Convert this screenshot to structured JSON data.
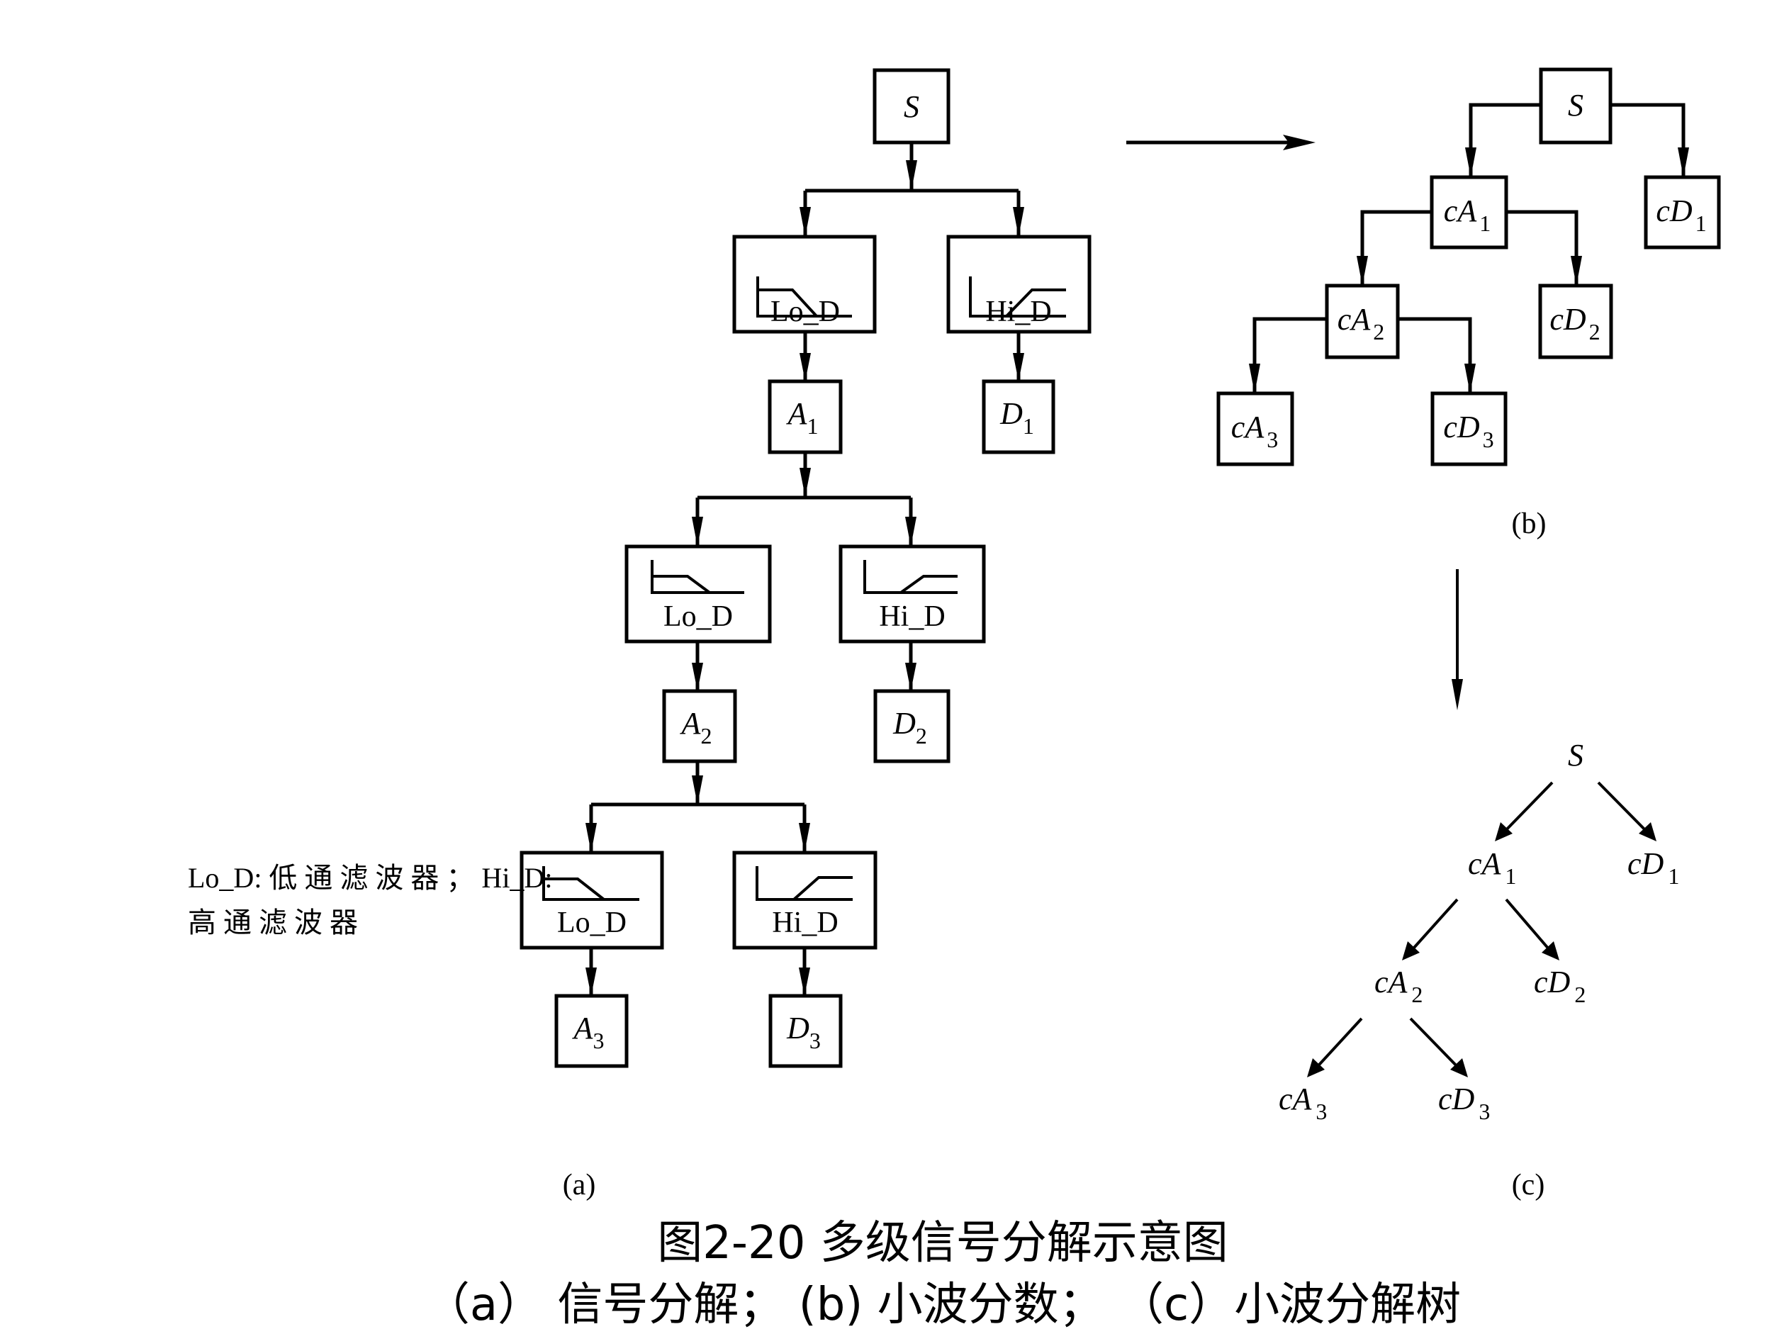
{
  "figure": {
    "title": "图2-20 多级信号分解示意图",
    "subtitle": "（a） 信号分解； (b) 小波分数； （c）小波分解树"
  },
  "legend": {
    "line1": "Lo_D: 低 通 滤 波 器 ； Hi_D:",
    "line2": "高 通 滤 波 器"
  },
  "panel_a": {
    "label": "(a)",
    "source": {
      "sym": "S",
      "sub": ""
    },
    "levels": [
      {
        "lo_filter": "Lo_D",
        "hi_filter": "Hi_D",
        "approx": {
          "sym": "A",
          "sub": "1"
        },
        "detail": {
          "sym": "D",
          "sub": "1"
        }
      },
      {
        "lo_filter": "Lo_D",
        "hi_filter": "Hi_D",
        "approx": {
          "sym": "A",
          "sub": "2"
        },
        "detail": {
          "sym": "D",
          "sub": "2"
        }
      },
      {
        "lo_filter": "Lo_D",
        "hi_filter": "Hi_D",
        "approx": {
          "sym": "A",
          "sub": "3"
        },
        "detail": {
          "sym": "D",
          "sub": "3"
        }
      }
    ]
  },
  "panel_b": {
    "label": "(b)",
    "nodes": {
      "S": {
        "sym": "S",
        "sub": ""
      },
      "cA1": {
        "sym": "cA",
        "sub": "1"
      },
      "cD1": {
        "sym": "cD",
        "sub": "1"
      },
      "cA2": {
        "sym": "cA",
        "sub": "2"
      },
      "cD2": {
        "sym": "cD",
        "sub": "2"
      },
      "cA3": {
        "sym": "cA",
        "sub": "3"
      },
      "cD3": {
        "sym": "cD",
        "sub": "3"
      }
    }
  },
  "panel_c": {
    "label": "(c)",
    "nodes": {
      "S": {
        "sym": "S",
        "sub": ""
      },
      "cA1": {
        "sym": "cA",
        "sub": "1"
      },
      "cD1": {
        "sym": "cD",
        "sub": "1"
      },
      "cA2": {
        "sym": "cA",
        "sub": "2"
      },
      "cD2": {
        "sym": "cD",
        "sub": "2"
      },
      "cA3": {
        "sym": "cA",
        "sub": "3"
      },
      "cD3": {
        "sym": "cD",
        "sub": "3"
      }
    }
  },
  "edges": [
    [
      "S",
      "cA1"
    ],
    [
      "S",
      "cD1"
    ],
    [
      "cA1",
      "cA2"
    ],
    [
      "cA1",
      "cD2"
    ],
    [
      "cA2",
      "cA3"
    ],
    [
      "cA2",
      "cD3"
    ]
  ]
}
